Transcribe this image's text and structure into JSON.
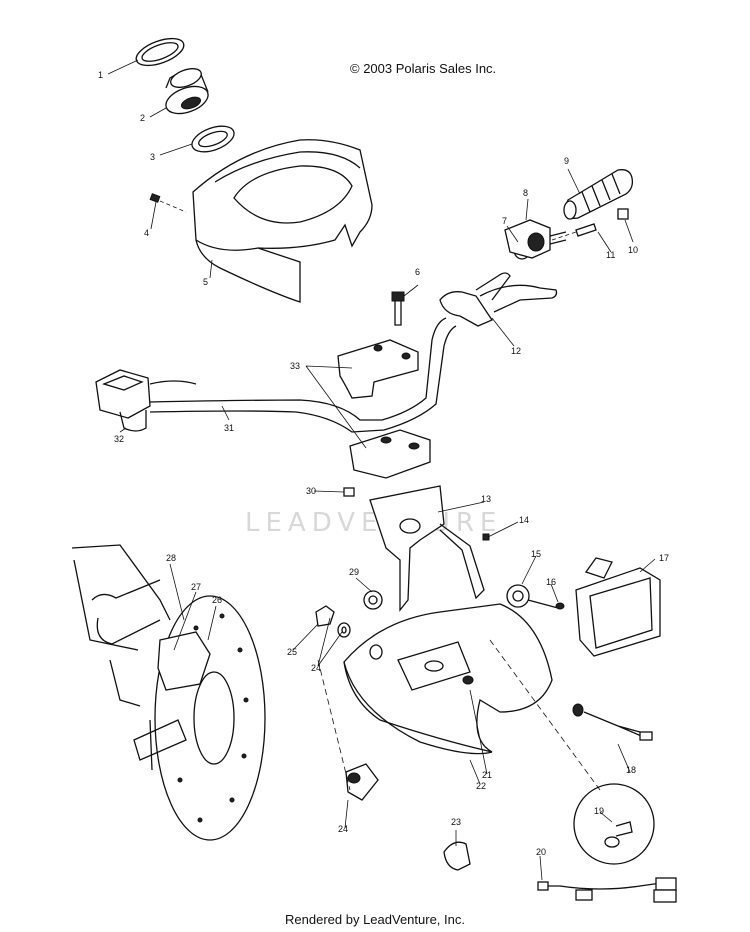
{
  "copyright": "© 2003 Polaris Sales Inc.",
  "footer": "Rendered by LeadVenture, Inc.",
  "watermark": "LEADVENTURE",
  "callouts": [
    {
      "name": "callout-1",
      "label": "1"
    },
    {
      "name": "callout-2",
      "label": "2"
    },
    {
      "name": "callout-3",
      "label": "3"
    },
    {
      "name": "callout-4",
      "label": "4"
    },
    {
      "name": "callout-5",
      "label": "5"
    },
    {
      "name": "callout-6",
      "label": "6"
    },
    {
      "name": "callout-7",
      "label": "7"
    },
    {
      "name": "callout-8",
      "label": "8"
    },
    {
      "name": "callout-9",
      "label": "9"
    },
    {
      "name": "callout-10",
      "label": "10"
    },
    {
      "name": "callout-11",
      "label": "11"
    },
    {
      "name": "callout-12",
      "label": "12"
    },
    {
      "name": "callout-13",
      "label": "13"
    },
    {
      "name": "callout-14",
      "label": "14"
    },
    {
      "name": "callout-15",
      "label": "15"
    },
    {
      "name": "callout-16",
      "label": "16"
    },
    {
      "name": "callout-17",
      "label": "17"
    },
    {
      "name": "callout-18",
      "label": "18"
    },
    {
      "name": "callout-19",
      "label": "19"
    },
    {
      "name": "callout-20",
      "label": "20"
    },
    {
      "name": "callout-21",
      "label": "21"
    },
    {
      "name": "callout-22",
      "label": "22"
    },
    {
      "name": "callout-23",
      "label": "23"
    },
    {
      "name": "callout-24a",
      "label": "24"
    },
    {
      "name": "callout-24b",
      "label": "24"
    },
    {
      "name": "callout-25",
      "label": "25"
    },
    {
      "name": "callout-26",
      "label": "26"
    },
    {
      "name": "callout-27",
      "label": "27"
    },
    {
      "name": "callout-28",
      "label": "28"
    },
    {
      "name": "callout-29",
      "label": "29"
    },
    {
      "name": "callout-30",
      "label": "30"
    },
    {
      "name": "callout-31",
      "label": "31"
    },
    {
      "name": "callout-32",
      "label": "32"
    },
    {
      "name": "callout-33",
      "label": "33"
    }
  ]
}
